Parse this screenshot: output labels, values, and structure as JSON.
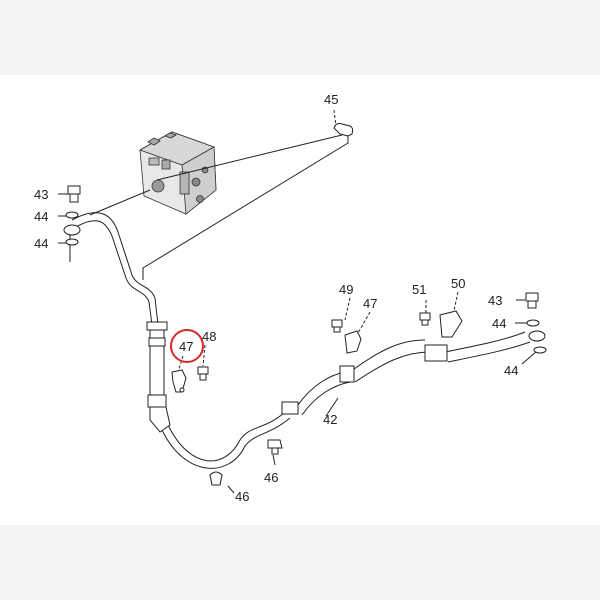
{
  "diagram": {
    "callouts": {
      "c45": "45",
      "c43a": "43",
      "c44a": "44",
      "c44b": "44",
      "c47a": "47",
      "c48": "48",
      "c49": "49",
      "c47b": "47",
      "c51": "51",
      "c50": "50",
      "c43b": "43",
      "c44c": "44",
      "c44d": "44",
      "c42": "42",
      "c46a": "46",
      "c46b": "46"
    },
    "highlight": {
      "target": "47",
      "color": "#d9262c"
    },
    "line_color": "#222222",
    "background_color": "#f3f3f3",
    "panel_color": "#ffffff"
  }
}
